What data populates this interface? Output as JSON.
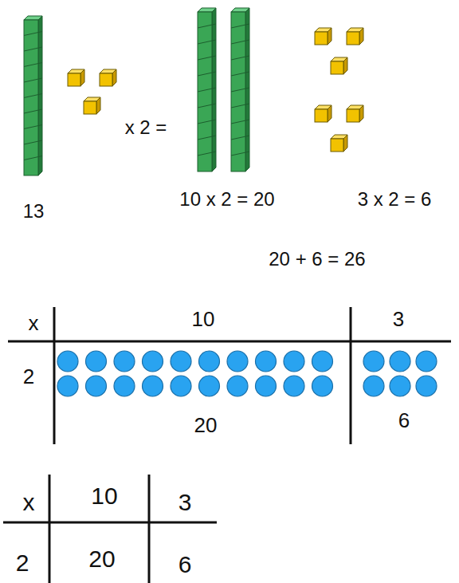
{
  "diagram": {
    "labels": [
      "13",
      "x 2 =",
      "10 x 2 = 20",
      "3 x 2 = 6",
      "20 + 6 = 26",
      "x",
      "10",
      "3",
      "2",
      "20",
      "6",
      "x",
      "10",
      "3",
      "2",
      "20",
      "6"
    ]
  }
}
